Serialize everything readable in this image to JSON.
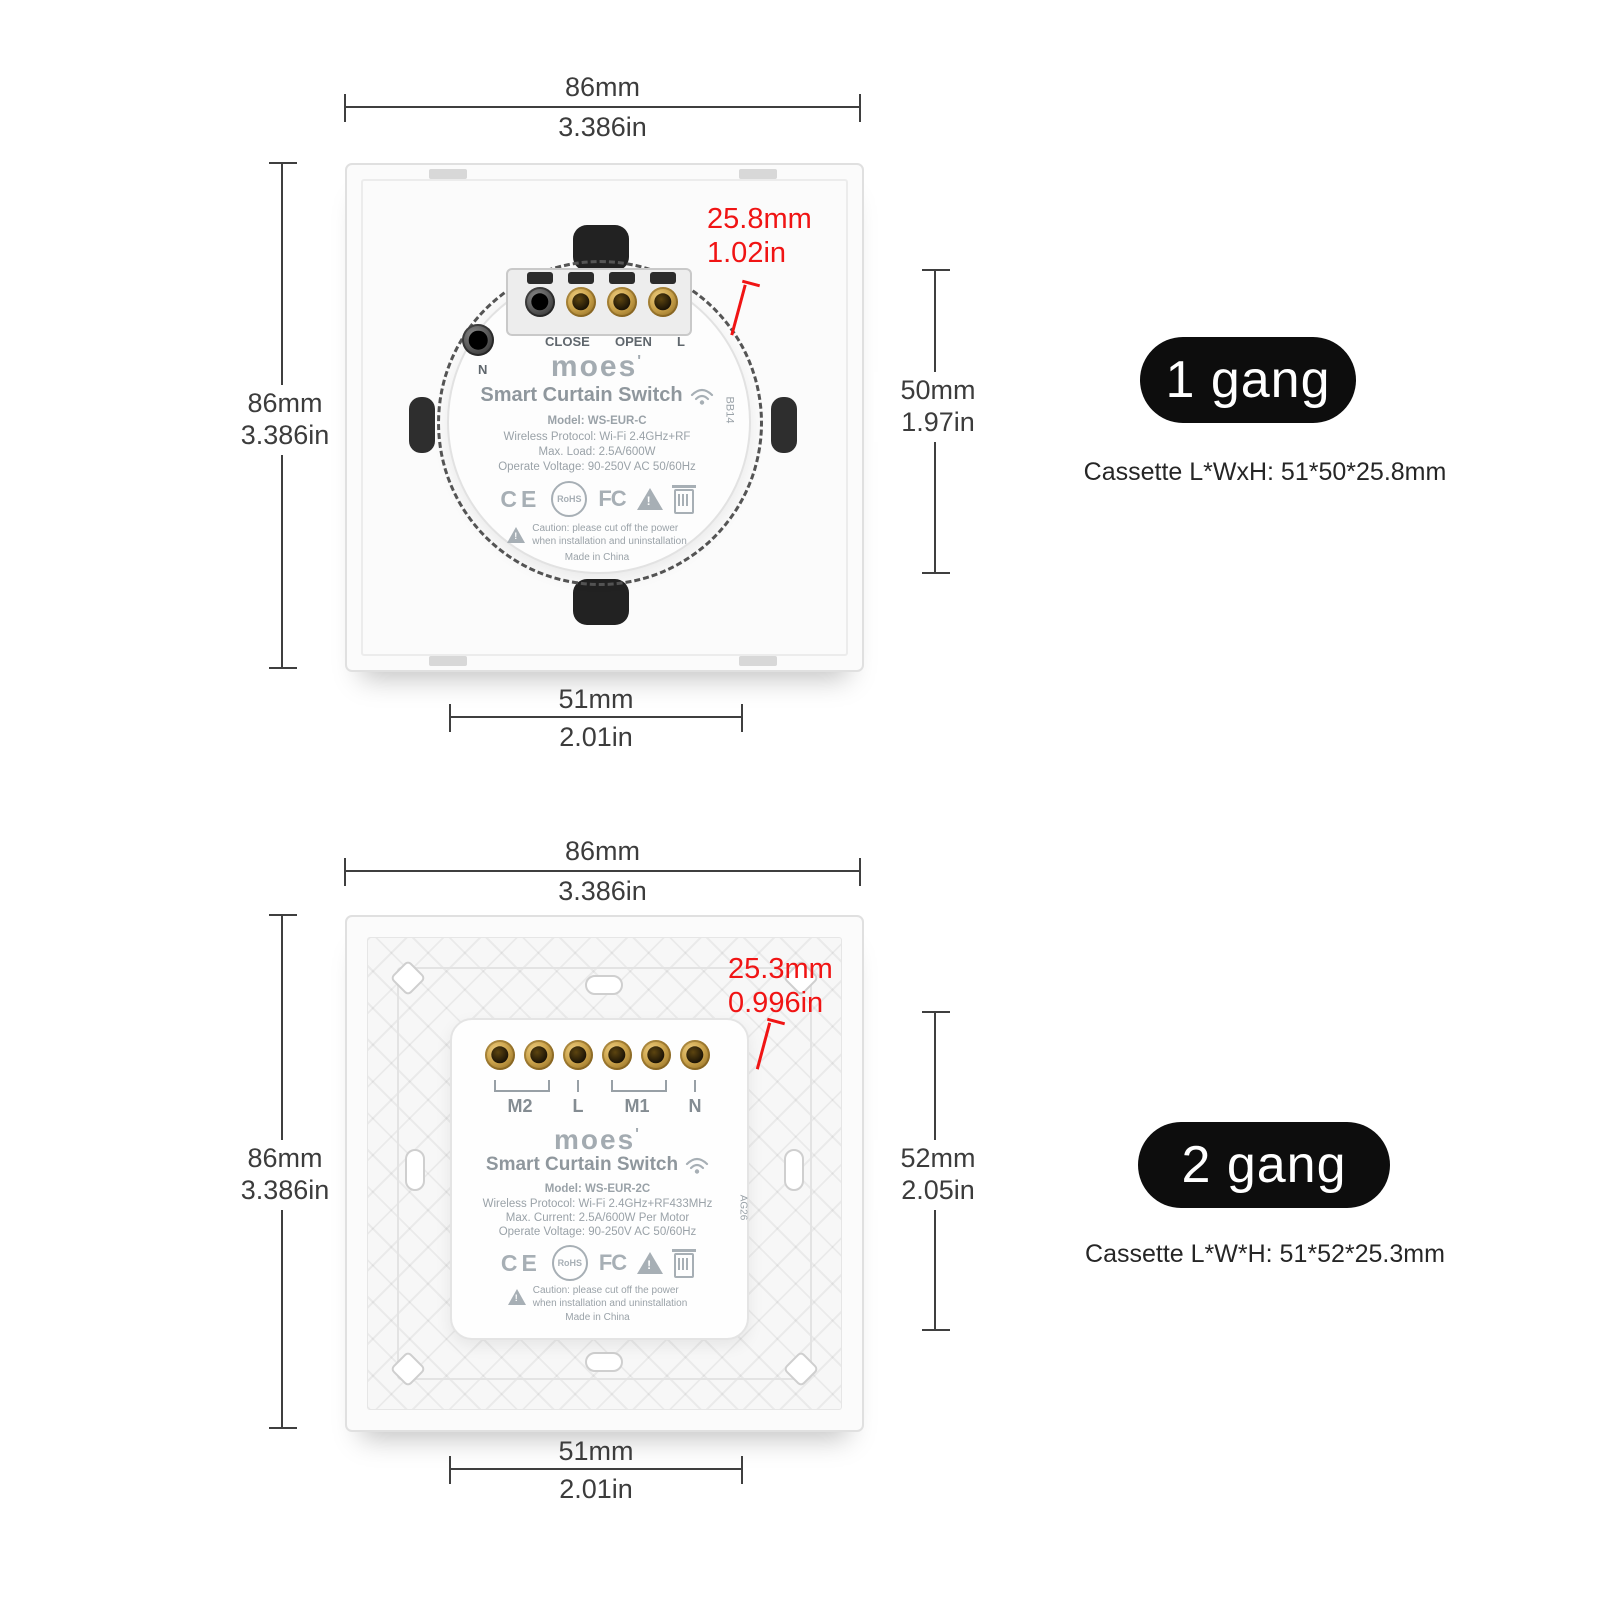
{
  "colors": {
    "dimension_red": "#f01414",
    "badge_bg": "#0d0d0d"
  },
  "certs": {
    "ce": "CE",
    "rohs": "RoHS",
    "fc": "FC",
    "warning_glyph": "!"
  },
  "gang1": {
    "badge": "1 gang",
    "cassette": "Cassette L*WxH: 51*50*25.8mm",
    "dims": {
      "width": {
        "mm": "86mm",
        "inch": "3.386in"
      },
      "height": {
        "mm": "86mm",
        "inch": "3.386in"
      },
      "cassette_height": {
        "mm": "50mm",
        "inch": "1.97in"
      },
      "cassette_width": {
        "mm": "51mm",
        "inch": "2.01in"
      },
      "depth": {
        "mm": "25.8mm",
        "inch": "1.02in"
      }
    },
    "module": {
      "neutral_label": "N",
      "terminals": [
        "CLOSE",
        "OPEN",
        "L"
      ],
      "brand": "moes",
      "brand_mark": "'",
      "title": "Smart Curtain Switch",
      "model": "Model: WS-EUR-C",
      "wireless": "Wireless Protocol: Wi-Fi 2.4GHz+RF",
      "load": "Max. Load: 2.5A/600W",
      "voltage": "Operate Voltage: 90-250V AC 50/60Hz",
      "caution_line1": "Caution: please cut off the power",
      "caution_line2": "when installation and uninstallation",
      "made_in": "Made in China",
      "side_code": "BB14"
    }
  },
  "gang2": {
    "badge": "2 gang",
    "cassette": "Cassette L*W*H: 51*52*25.3mm",
    "dims": {
      "width": {
        "mm": "86mm",
        "inch": "3.386in"
      },
      "height": {
        "mm": "86mm",
        "inch": "3.386in"
      },
      "cassette_height": {
        "mm": "52mm",
        "inch": "2.05in"
      },
      "cassette_width": {
        "mm": "51mm",
        "inch": "2.01in"
      },
      "depth": {
        "mm": "25.3mm",
        "inch": "0.996in"
      }
    },
    "module": {
      "terminals": [
        "M2",
        "L",
        "M1",
        "N"
      ],
      "brand": "moes",
      "brand_mark": "'",
      "title": "Smart Curtain Switch",
      "model": "Model: WS-EUR-2C",
      "wireless": "Wireless Protocol: Wi-Fi 2.4GHz+RF433MHz",
      "load": "Max. Current: 2.5A/600W Per Motor",
      "voltage": "Operate Voltage: 90-250V AC 50/60Hz",
      "caution_line1": "Caution: please cut off the power",
      "caution_line2": "when installation and uninstallation",
      "made_in": "Made in China",
      "side_code": "AG26"
    }
  }
}
